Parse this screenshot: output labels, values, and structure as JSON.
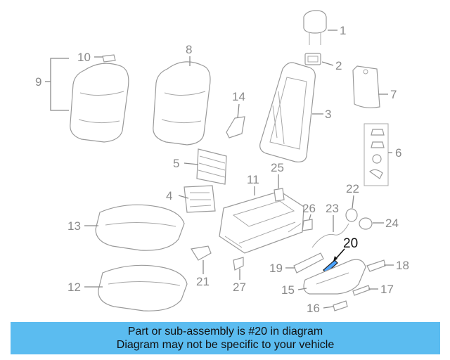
{
  "diagram": {
    "highlighted_part": "20",
    "callouts": [
      "1",
      "2",
      "3",
      "4",
      "5",
      "6",
      "7",
      "8",
      "9",
      "10",
      "11",
      "12",
      "13",
      "14",
      "15",
      "16",
      "17",
      "18",
      "19",
      "20",
      "21",
      "22",
      "23",
      "24",
      "25",
      "26",
      "27"
    ]
  },
  "banner": {
    "line1": "Part or sub-assembly is #20 in diagram",
    "line2": "Diagram may not be specific to your vehicle",
    "background": "#5bbcf0"
  }
}
